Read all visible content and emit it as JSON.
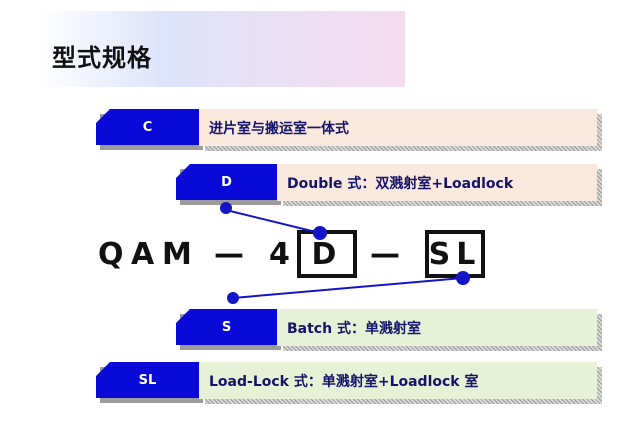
{
  "title": "型式规格",
  "code": {
    "q": "Q",
    "a": "A",
    "m": "M",
    "dash1": "—",
    "four": "4",
    "box1": "D",
    "dash2": "—",
    "box2": "SL"
  },
  "rows": [
    {
      "tag": "C",
      "desc": "进片室与搬运室一体式"
    },
    {
      "tag": "D",
      "desc": "Double 式：双溅射室+Loadlock"
    },
    {
      "tag": "S",
      "desc": "Batch 式：单溅射室"
    },
    {
      "tag": "SL",
      "desc": "Load-Lock 式：单溅射室+Loadlock 室"
    }
  ],
  "colors": {
    "tag_blue": "#0a0ad8",
    "connector_blue": "#1515c8",
    "pink_panel": "#fbe9de",
    "green_panel": "#e7f1d5"
  }
}
